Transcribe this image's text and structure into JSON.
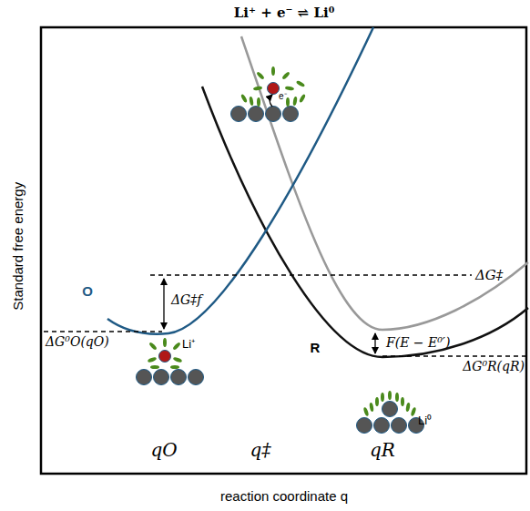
{
  "diagram": {
    "title": "Li⁺ + e⁻ ⇌ Li⁰",
    "labels": [
      "Standard free energy",
      "reaction coordinate q",
      "ΔG‡",
      "ΔG‡f",
      "O",
      "ΔG⁰O(qO)",
      "Li⁺",
      "F(E − E⁰′)",
      "R",
      "ΔG⁰R(qR)",
      "Li⁰",
      "e⁻",
      "qO",
      "q‡",
      "qR"
    ]
  }
}
